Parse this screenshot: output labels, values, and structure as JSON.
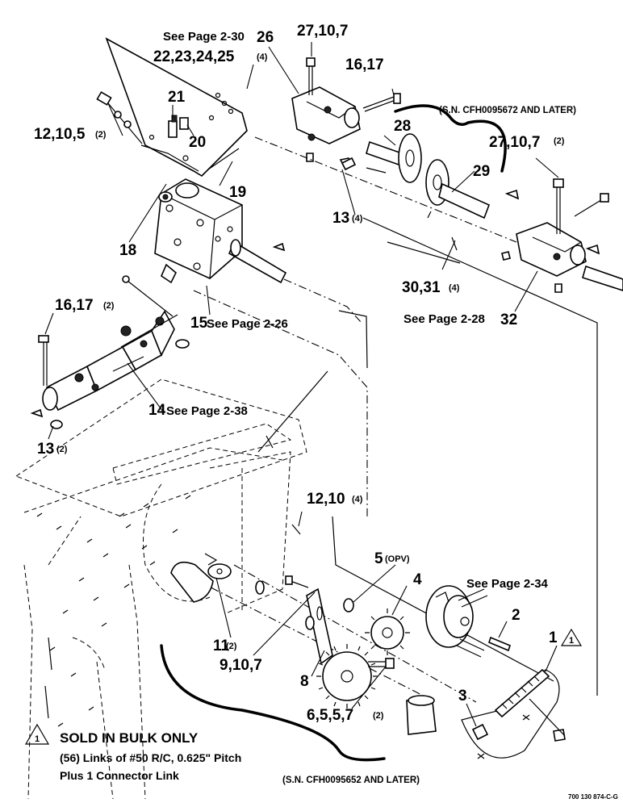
{
  "callouts": {
    "c26_ref": "See Page 2-30",
    "c26": "26",
    "c27a": "27,10,7",
    "c22": "22,23,24,25",
    "c22_qty": "(4)",
    "c16a": "16,17",
    "c21": "21",
    "c12a": "12,10,5",
    "c12a_qty": "(2)",
    "c20": "20",
    "c28": "28",
    "c27b": "27,10,7",
    "c27b_qty": "(2)",
    "c29": "29",
    "c19": "19",
    "c13a": "13",
    "c13a_qty": "(4)",
    "c18": "18",
    "c30": "30,31",
    "c30_qty": "(4)",
    "c16b": "16,17",
    "c16b_qty": "(2)",
    "c15": "15",
    "c15_ref": "See Page 2-26",
    "c32_ref": "See Page 2-28",
    "c32": "32",
    "c14": "14",
    "c14_ref": "See Page 2-38",
    "c13b": "13",
    "c13b_qty": "(2)",
    "c12b": "12,10",
    "c12b_qty": "(4)",
    "c5": "5",
    "c5_qty": "(OPV)",
    "c4": "4",
    "c34_ref": "See Page 2-34",
    "c2": "2",
    "c1": "1",
    "c1_tri": "1",
    "c11": "11",
    "c11_qty": "(2)",
    "c9": "9,10,7",
    "c8": "8",
    "c3": "3",
    "c6": "6,5,5,7",
    "c6_qty": "(2)"
  },
  "serial_notes": {
    "top": "(S.N. CFH0095672 AND LATER)",
    "bottom": "(S.N. CFH0095652 AND LATER)"
  },
  "bulk_note": {
    "marker": "1",
    "title": "SOLD IN BULK ONLY",
    "line1": "(56) Links of #50 R/C, 0.625\" Pitch",
    "line2": "Plus 1 Connector Link"
  },
  "drawing_number": "700 130 874-C-G"
}
